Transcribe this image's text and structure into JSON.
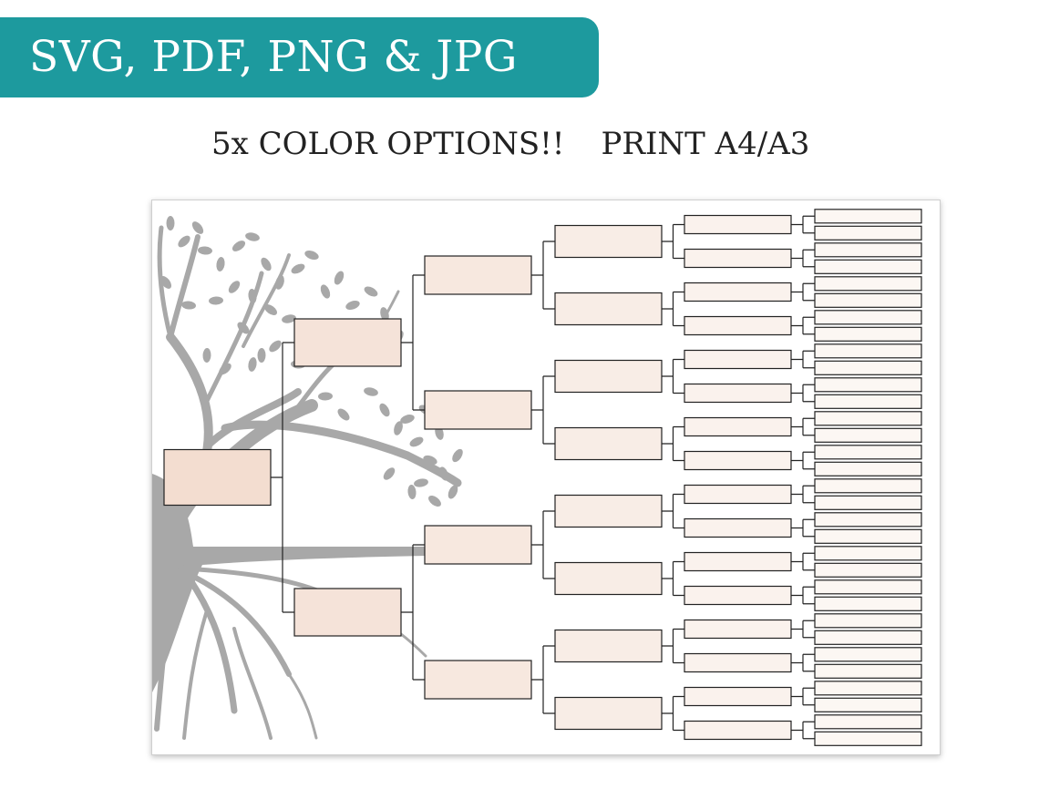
{
  "banner": {
    "text": "SVG, PDF, PNG & JPG"
  },
  "subtitle": {
    "left": "5x COLOR OPTIONS!!",
    "right": "PRINT A4/A3"
  },
  "colors": {
    "banner_bg": "#1d9a9e",
    "tree": "#a8a8a8",
    "box_stroke": "#222222",
    "gen1": "#f3ddd0",
    "gen2": "#f5e3d9",
    "gen3": "#f7e8df",
    "gen4": "#f8ede6",
    "gen5": "#faf2ed",
    "gen6": "#fcf7f3"
  },
  "pedigree": {
    "generations": 6,
    "boxes_per_generation": [
      1,
      2,
      4,
      8,
      16,
      32
    ]
  }
}
